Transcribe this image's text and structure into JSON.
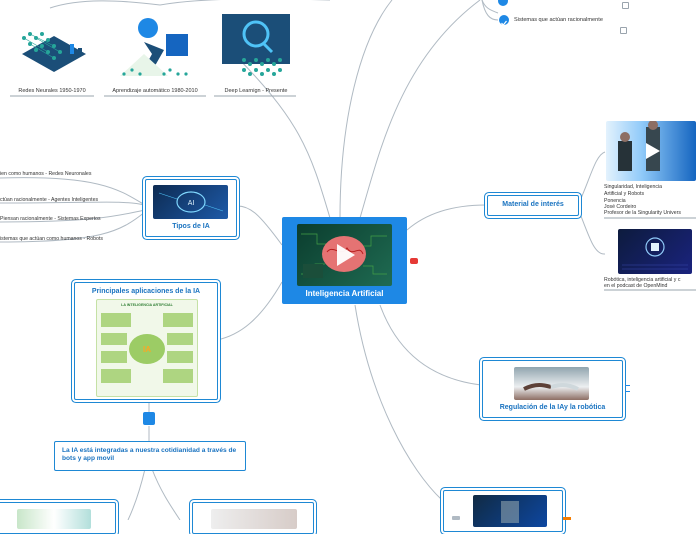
{
  "center": {
    "title": "Inteligencia Artificial"
  },
  "history": [
    {
      "caption": "Redes Neurales 1950-1970",
      "icon": "neural-chess-icon"
    },
    {
      "caption": "Aprendizaje automático 1980-2010",
      "icon": "machine-learning-person-icon"
    },
    {
      "caption": "Deep Learnign - Presente",
      "icon": "deep-learning-magnifier-icon"
    }
  ],
  "tipos": {
    "title": "Tipos de IA",
    "items": [
      "ien como humanos - Redes Neuronales",
      "ctúan racionalmente - Agentes Inteligentes",
      "Piensan racionalmente - Sistemas Expertos",
      "istemas que actúan como humanos - Robots"
    ]
  },
  "top_right": {
    "item": "Sistemas que actúan racionalmente"
  },
  "aplicaciones": {
    "title": "Principales aplicaciones de la IA",
    "infographic_title": "LA INTELIGENCIA ARTIFICIAL",
    "infographic_label": "IA"
  },
  "integradas": {
    "title": "La IA está integradas a nuestra cotidianidad a través de bots y app movil"
  },
  "material": {
    "title": "Material de interés",
    "video1": [
      "Singularidad, Inteligencia",
      "Artificial y Robots",
      "Ponencia",
      "José Cordeiro",
      "Profesor de la Singularity Univers"
    ],
    "video2": [
      "Robótica, inteligencia artificial y c",
      "en el podcast de OpenMind"
    ]
  },
  "regulacion": {
    "title": "Regulación de la IAy la robótica"
  },
  "colors": {
    "accent": "#1e88e5",
    "title_blue": "#1a73c0",
    "youtube_red": "#e53935",
    "orange": "#f57c00",
    "line": "#b0bac3"
  }
}
